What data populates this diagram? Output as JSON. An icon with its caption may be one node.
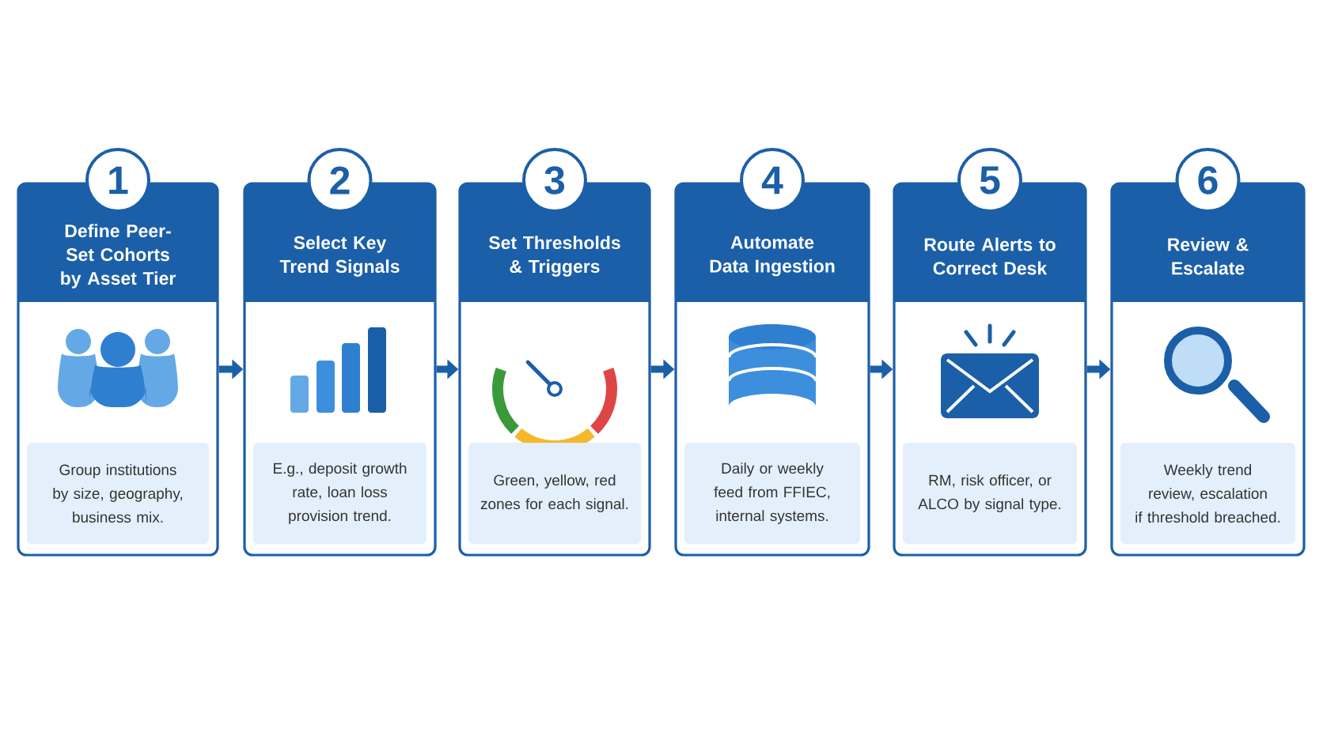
{
  "diagram": {
    "nodes": [
      {
        "text": [
          "1",
          "Define Peer-Set Cohorts by Asset Tier",
          "Group institutions by size, geography, business mix."
        ]
      },
      {
        "text": [
          "2",
          "Select Key Trend Signals",
          "E.g., deposit growth rate, loan loss provision trend."
        ]
      },
      {
        "text": [
          "3",
          "Set Thresholds & Triggers",
          "Green, yellow, red zones for each signal."
        ]
      },
      {
        "text": [
          "4",
          "Automate Data Ingestion",
          "Daily or weekly feed from FFIEC, internal systems."
        ]
      },
      {
        "text": [
          "5",
          "Route Alerts to Correct Desk",
          "RM, risk officer, or ALCO by signal type."
        ]
      },
      {
        "text": [
          "6",
          "Review & Escalate",
          "Weekly trend review, escalation if threshold breached."
        ]
      }
    ],
    "edges": [
      {
        "from": 0,
        "to": 1,
        "arrow": "to"
      },
      {
        "from": 1,
        "to": 2,
        "arrow": "to"
      },
      {
        "from": 2,
        "to": 3,
        "arrow": "to"
      },
      {
        "from": 3,
        "to": 4,
        "arrow": "to"
      },
      {
        "from": 4,
        "to": 5,
        "arrow": "to"
      }
    ]
  }
}
